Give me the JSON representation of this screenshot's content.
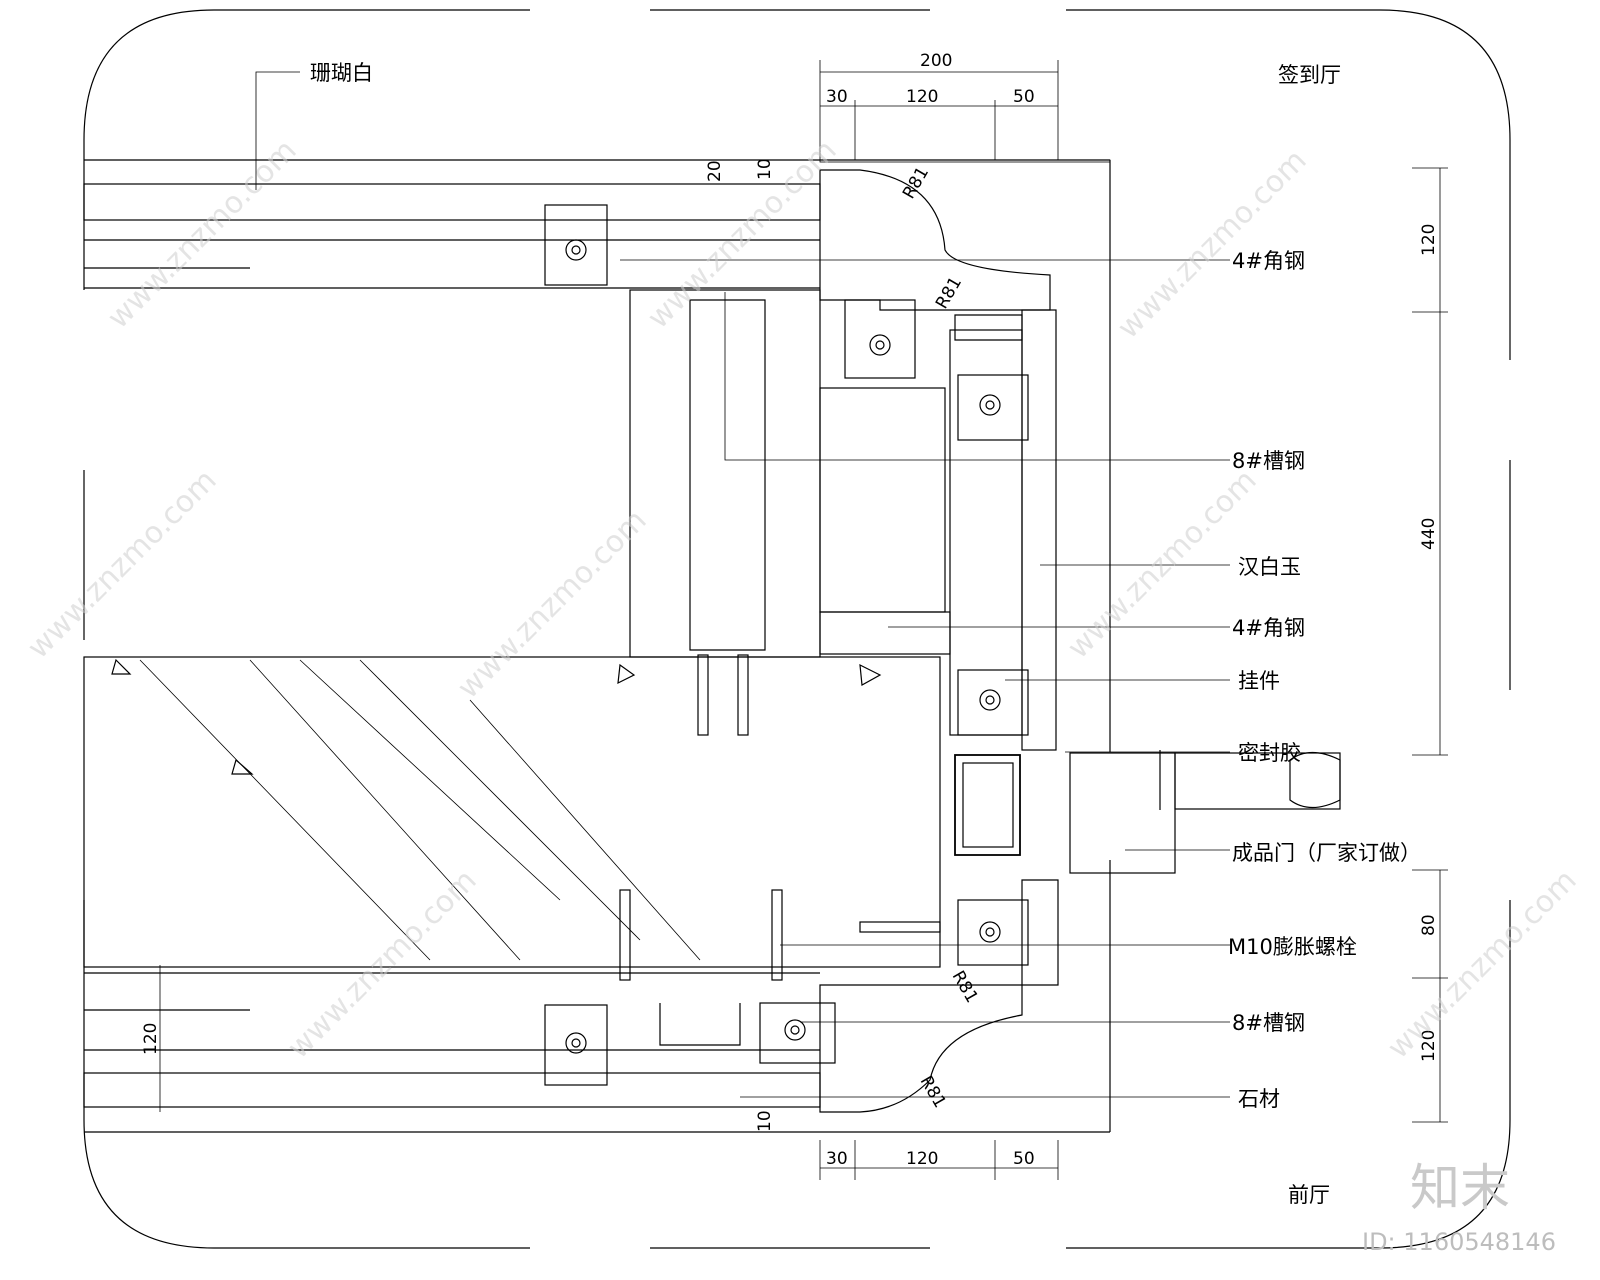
{
  "labels": {
    "coral_white": "珊瑚白",
    "angle_steel_4_top": "4#角钢",
    "channel_steel_8_top": "8#槽钢",
    "han_white_jade": "汉白玉",
    "angle_steel_4_mid": "4#角钢",
    "hanger": "挂件",
    "sealant": "密封胶",
    "finished_door": "成品门（厂家订做）",
    "expansion_bolt": "M10膨胀螺栓",
    "channel_steel_8_bottom": "8#槽钢",
    "stone": "石材",
    "sign_in_hall": "签到厅",
    "front_hall": "前厅"
  },
  "dimensions": {
    "top_total": "200",
    "top_30": "30",
    "top_120": "120",
    "top_50": "50",
    "bot_30": "30",
    "bot_120": "120",
    "bot_50": "50",
    "right_120_top": "120",
    "right_440": "440",
    "right_80": "80",
    "right_120_bot": "120",
    "left_120": "120",
    "small_20": "20",
    "small_10_top": "10",
    "small_10_bot": "10",
    "r81_a": "R81",
    "r81_b": "R81",
    "r81_c": "R81",
    "r81_d": "R81"
  },
  "watermark": {
    "text": "www.znzmo.com",
    "brand": "知末",
    "id": "ID: 1160548146"
  }
}
